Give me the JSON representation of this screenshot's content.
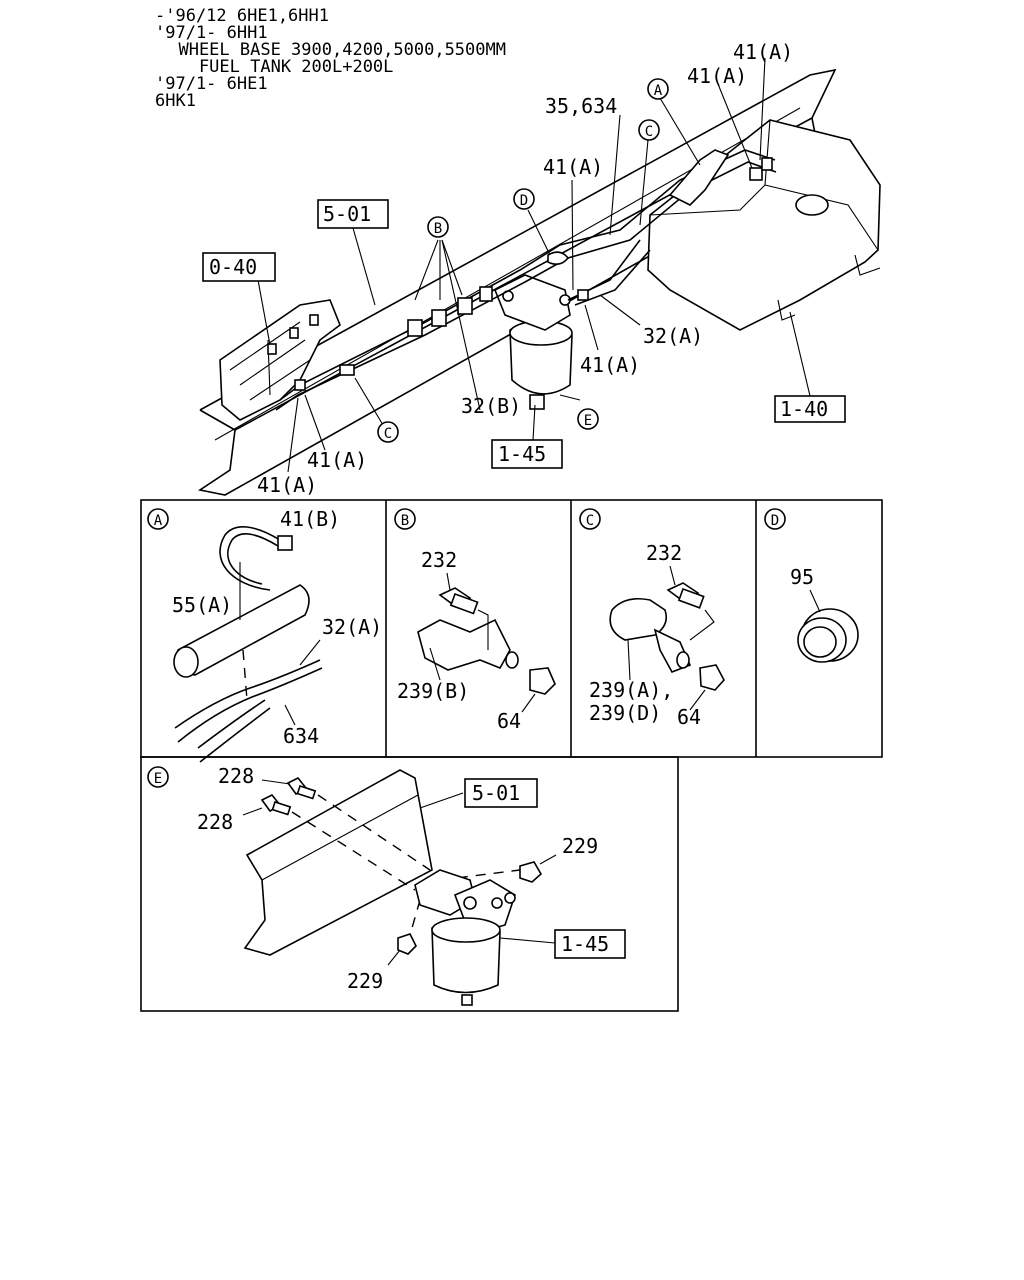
{
  "header": {
    "lines": [
      "-'96/12 6HE1,6HH1",
      "'97/1- 6HH1",
      "  WHEEL BASE 3900,4200,5000,5500MM",
      "    FUEL TANK 200L+200L",
      "'97/1- 6HE1",
      "6HK1"
    ]
  },
  "main": {
    "refs": {
      "r501": "5-01",
      "r040": "0-40",
      "r140": "1-40",
      "r145": "1-45"
    },
    "callouts": {
      "A": "A",
      "B": "B",
      "C": "C",
      "D": "D",
      "E": "E"
    },
    "labels": {
      "l41a_1": "41(A)",
      "l41a_2": "41(A)",
      "l35_634": "35,634",
      "l41a_3": "41(A)",
      "l32a": "32(A)",
      "l41a_4": "41(A)",
      "l32b": "32(B)",
      "l41a_5": "41(A)",
      "l41a_6": "41(A)"
    }
  },
  "details": {
    "A": {
      "tag": "A",
      "l41b": "41(B)",
      "l55a": "55(A)",
      "l32a": "32(A)",
      "l634": "634"
    },
    "B": {
      "tag": "B",
      "l232": "232",
      "l239b": "239(B)",
      "l64": "64"
    },
    "C": {
      "tag": "C",
      "l232": "232",
      "l239a": "239(A),",
      "l239d": "239(D)",
      "l64": "64"
    },
    "D": {
      "tag": "D",
      "l95": "95"
    },
    "E": {
      "tag": "E",
      "l228a": "228",
      "l228b": "228",
      "ref501": "5-01",
      "l229a": "229",
      "l229b": "229",
      "ref145": "1-45"
    }
  }
}
